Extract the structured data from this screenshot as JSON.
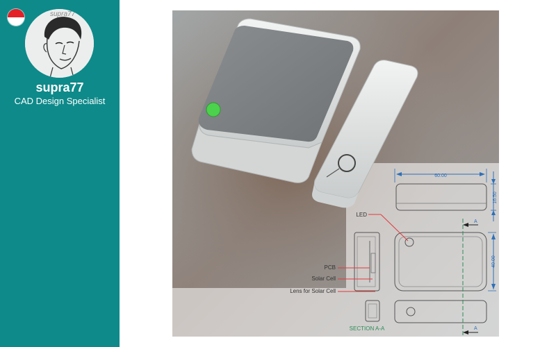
{
  "profile": {
    "flag_icon": "indonesia-flag-icon",
    "avatar_watermark": "supra77",
    "username": "supra77",
    "role": "CAD Design Specialist"
  },
  "drawing": {
    "dim_width": "60.00",
    "dim_height": "16.50",
    "dim_depth": "40.00",
    "section_marker": "A",
    "labels": {
      "led": "LED",
      "pcb": "PCB",
      "solar_cell": "Solar Cell",
      "lens": "Lens for Solar Cell",
      "section": "SECTION A-A"
    }
  },
  "colors": {
    "sidebar": "#0e8a8a",
    "dimension": "#2f6fb8",
    "callout": "#e23a3a",
    "section_line": "#2e8b57",
    "led": "#4cd24c"
  }
}
